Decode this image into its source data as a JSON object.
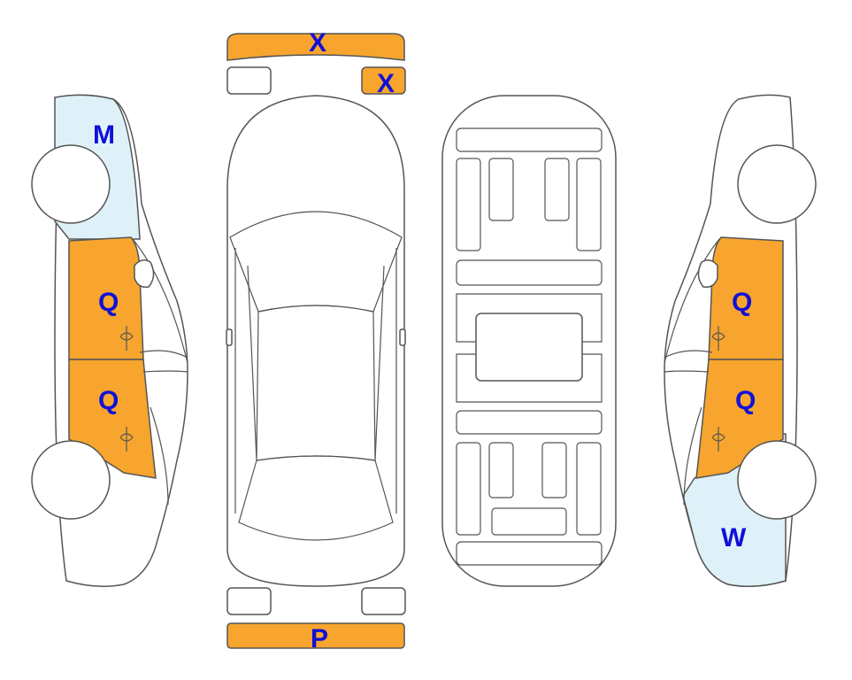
{
  "colors": {
    "damage_orange": "#f7a52e",
    "damage_light_blue": "#dff1f8",
    "code_text": "#1010d8",
    "outline": "#555555"
  },
  "views": [
    "left-side",
    "top",
    "underbody",
    "right-side"
  ],
  "codes": {
    "front_bumper": "X",
    "right_headlight": "X",
    "rear_bumper": "P",
    "left_front_fender": "M",
    "left_front_door": "Q",
    "left_rear_door": "Q",
    "right_front_door": "Q",
    "right_rear_door": "Q",
    "right_rear_quarter": "W"
  }
}
